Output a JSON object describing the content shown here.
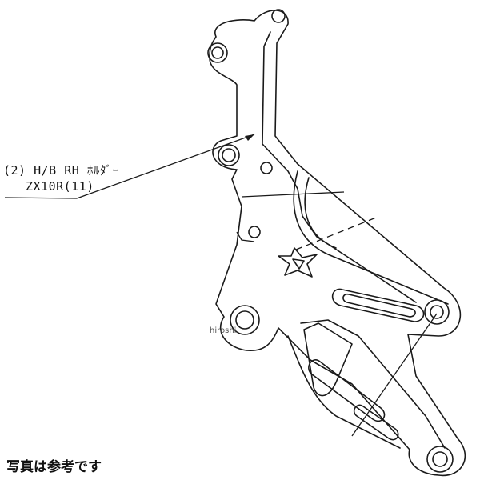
{
  "diagram": {
    "part_label_line1": "(2) H/B RH ﾎﾙﾀﾞｰ",
    "part_label_line2": "ZX10R(11)",
    "watermark": "hiroshi",
    "note": "写真は参考です"
  },
  "colors": {
    "line": "#1a1a1a",
    "background": "#ffffff"
  }
}
